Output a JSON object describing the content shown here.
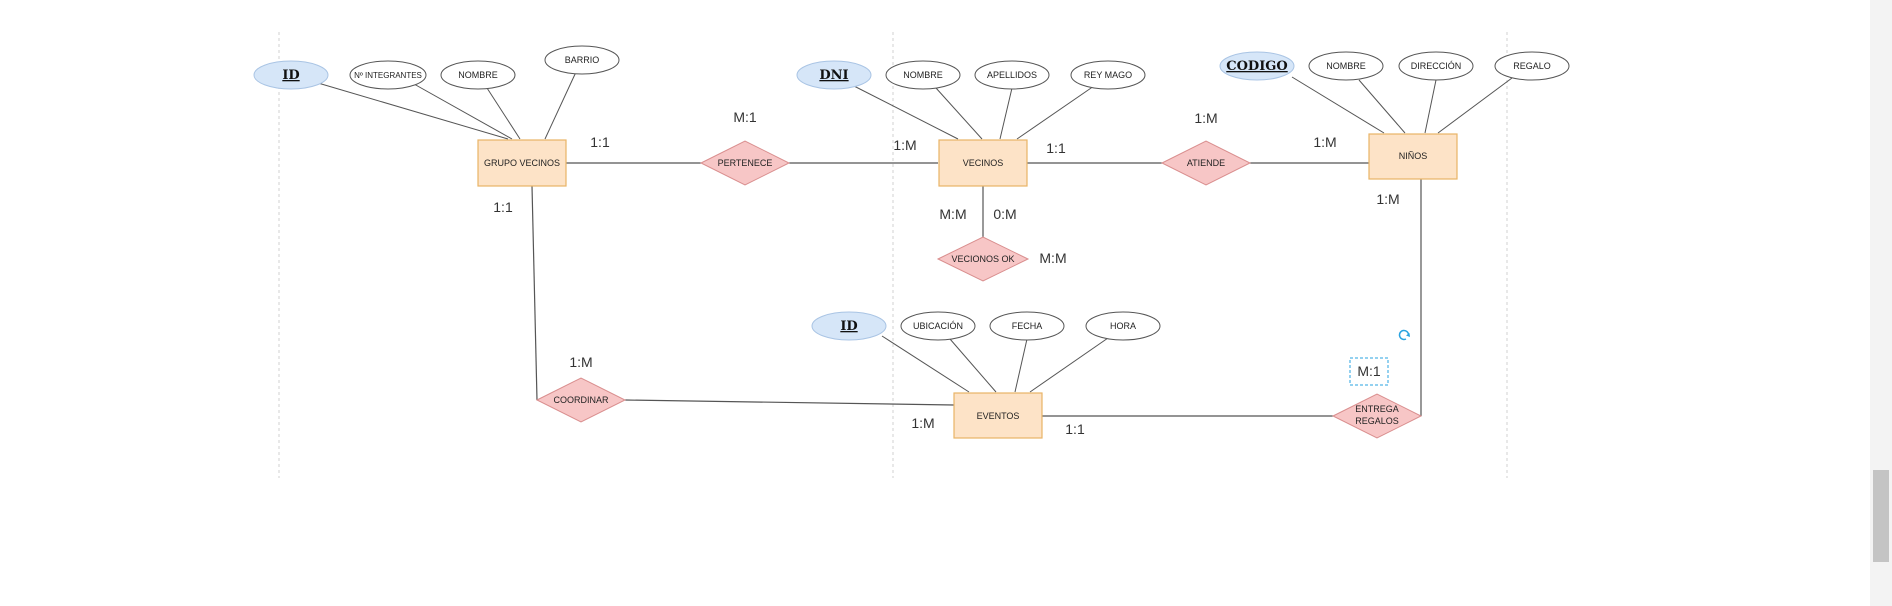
{
  "diagram": {
    "entities": {
      "grupo_vecinos": "GRUPO VECINOS",
      "vecinos": "VECINOS",
      "ninos": "NIÑOS",
      "eventos": "EVENTOS"
    },
    "relations": {
      "pertenece": "PERTENECE",
      "atiende": "ATIENDE",
      "vecinos_ok": "VECIONOS OK",
      "coordinar": "COORDINAR",
      "entrega_regalos": [
        "ENTREGA",
        "REGALOS"
      ]
    },
    "attributes": {
      "grupo_vecinos": {
        "key": "ID",
        "others": [
          "Nº INTEGRANTES",
          "NOMBRE",
          "BARRIO"
        ]
      },
      "vecinos": {
        "key": "DNI",
        "others": [
          "NOMBRE",
          "APELLIDOS",
          "REY MAGO"
        ]
      },
      "ninos": {
        "key": "CODIGO",
        "others": [
          "NOMBRE",
          "DIRECCIÓN",
          "REGALO"
        ]
      },
      "eventos": {
        "key": "ID",
        "others": [
          "UBICACIÓN",
          "FECHA",
          "HORA"
        ]
      }
    },
    "cardinalities": {
      "grupo_pertenece": "1:1",
      "pertenece_rel": "M:1",
      "vecinos_pertenece": "1:M",
      "vecinos_atiende": "1:1",
      "atiende_rel": "1:M",
      "ninos_atiende": "1:M",
      "ninos_entrega": "1:M",
      "vecinos_ok_left": "M:M",
      "vecinos_ok_right": "0:M",
      "vecinos_ok_rel": "M:M",
      "grupo_coordinar": "1:1",
      "coordinar_rel": "1:M",
      "eventos_coordinar": "1:M",
      "eventos_entrega": "1:1",
      "entrega_rel": "M:1"
    },
    "colors": {
      "entity_fill": "#fde3c7",
      "relation_fill": "#f7c6c6",
      "key_fill": "#d6e6f8"
    }
  }
}
